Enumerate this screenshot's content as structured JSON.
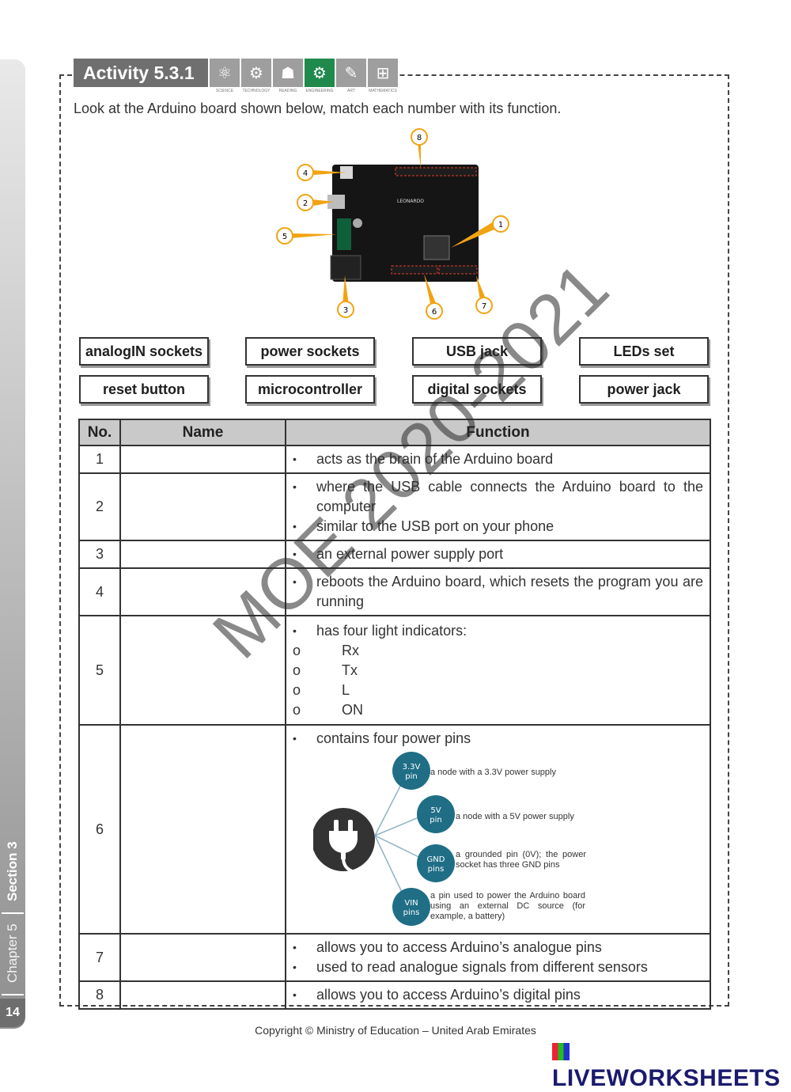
{
  "side_tab": {
    "section": "Section 3",
    "chapter": "Chapter 5",
    "page_number": "14"
  },
  "activity": {
    "title": "Activity 5.3.1",
    "steam_icons": [
      {
        "name": "science-icon",
        "glyph": "⚛",
        "caption": "SCIENCE",
        "active": false
      },
      {
        "name": "technology-icon",
        "glyph": "⚙",
        "caption": "TECHNOLOGY",
        "active": false
      },
      {
        "name": "reading-icon",
        "glyph": "☗",
        "caption": "READING",
        "active": false
      },
      {
        "name": "engineering-icon",
        "glyph": "⚙",
        "caption": "ENGINEERING",
        "active": true
      },
      {
        "name": "art-icon",
        "glyph": "✎",
        "caption": "ART",
        "active": false
      },
      {
        "name": "mathematics-icon",
        "glyph": "⊞",
        "caption": "MATHEMATICS",
        "active": false
      }
    ],
    "instruction": "Look at the Arduino board shown below, match each number with its function."
  },
  "board": {
    "label": "LEONARDO",
    "callouts": [
      "1",
      "2",
      "3",
      "4",
      "5",
      "6",
      "7",
      "8"
    ]
  },
  "word_bank": [
    "analogIN sockets",
    "power sockets",
    "USB jack",
    "LEDs set",
    "reset button",
    "microcontroller",
    "digital sockets",
    "power jack"
  ],
  "table": {
    "headers": {
      "no": "No.",
      "name": "Name",
      "function": "Function"
    },
    "rows": [
      {
        "no": "1",
        "lines": [
          "acts as the brain of the Arduino board"
        ]
      },
      {
        "no": "2",
        "lines": [
          "where the USB cable connects the Arduino board to the computer",
          "similar to the USB port on your phone"
        ]
      },
      {
        "no": "3",
        "lines": [
          "an external power supply port"
        ]
      },
      {
        "no": "4",
        "lines": [
          "reboots the Arduino board, which resets the program you are running"
        ]
      },
      {
        "no": "5",
        "lines": [
          "has four light indicators:"
        ],
        "sub": [
          "Rx",
          "Tx",
          "L",
          "ON"
        ],
        "sub_marker": "o"
      },
      {
        "no": "6",
        "lines": [
          "contains four power pins"
        ]
      },
      {
        "no": "7",
        "lines": [
          "allows you to access Arduino’s analogue pins",
          "used to read analogue signals from different sensors"
        ]
      },
      {
        "no": "8",
        "lines": [
          "allows you to access Arduino’s digital pins"
        ]
      }
    ],
    "power_pins": [
      {
        "pin": "3.3V\npin",
        "desc": "a node with a 3.3V power supply"
      },
      {
        "pin": "5V\npin",
        "desc": "a node with a 5V power supply"
      },
      {
        "pin": "GND\npins",
        "desc": "a grounded pin (0V); the power socket has three GND pins"
      },
      {
        "pin": "VIN\npins",
        "desc": "a pin used to power the Arduino board using an external DC source (for example, a battery)"
      }
    ]
  },
  "colors": {
    "pin_circle": "#1f6e86",
    "plug_circle": "#333333",
    "callout": "#f2a313",
    "header_bg": "#c9c9c9"
  },
  "footer": {
    "copyright": "Copyright © Ministry of Education – United Arab Emirates",
    "brand": "LIVEWORKSHEETS"
  },
  "watermark": "MOE 2020-2021"
}
